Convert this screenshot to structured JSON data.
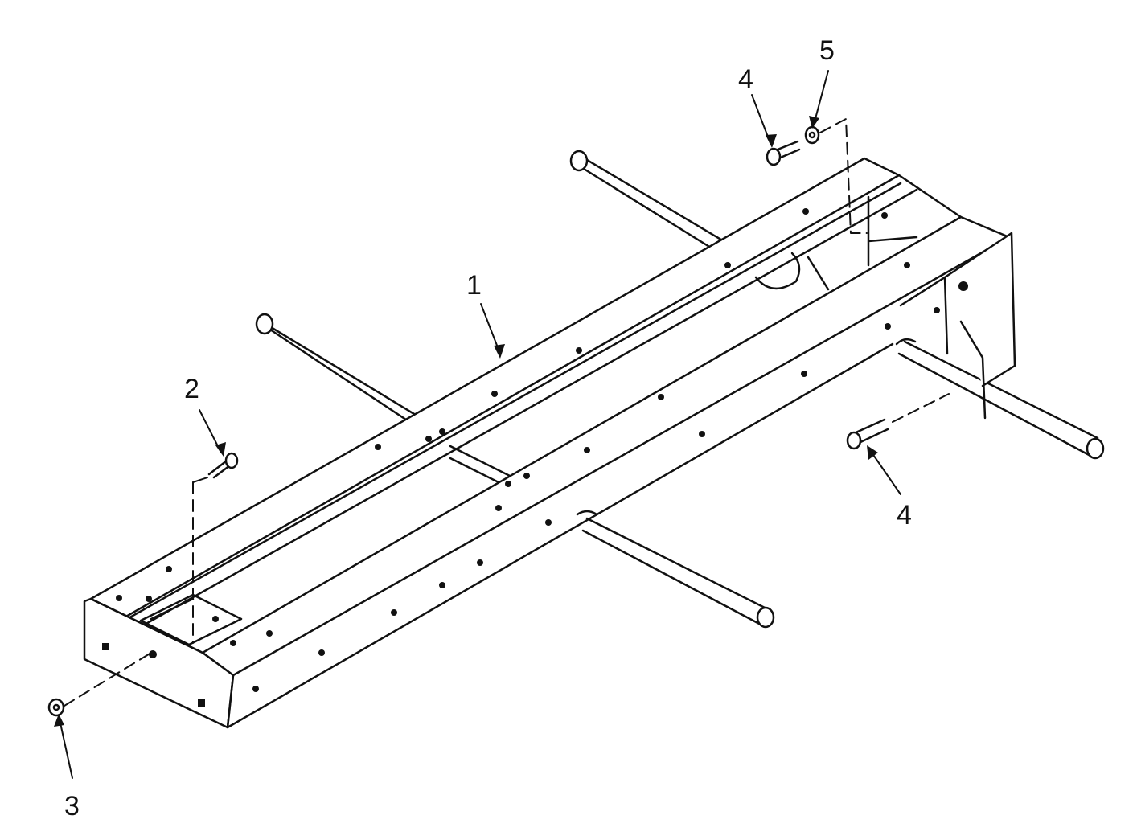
{
  "callouts": {
    "frame": "1",
    "screw_left": "2",
    "nut_front": "3",
    "bolt_top": "4",
    "washer_top": "5",
    "bolt_right": "4"
  },
  "colors": {
    "line": "#111111",
    "background": "#ffffff"
  }
}
